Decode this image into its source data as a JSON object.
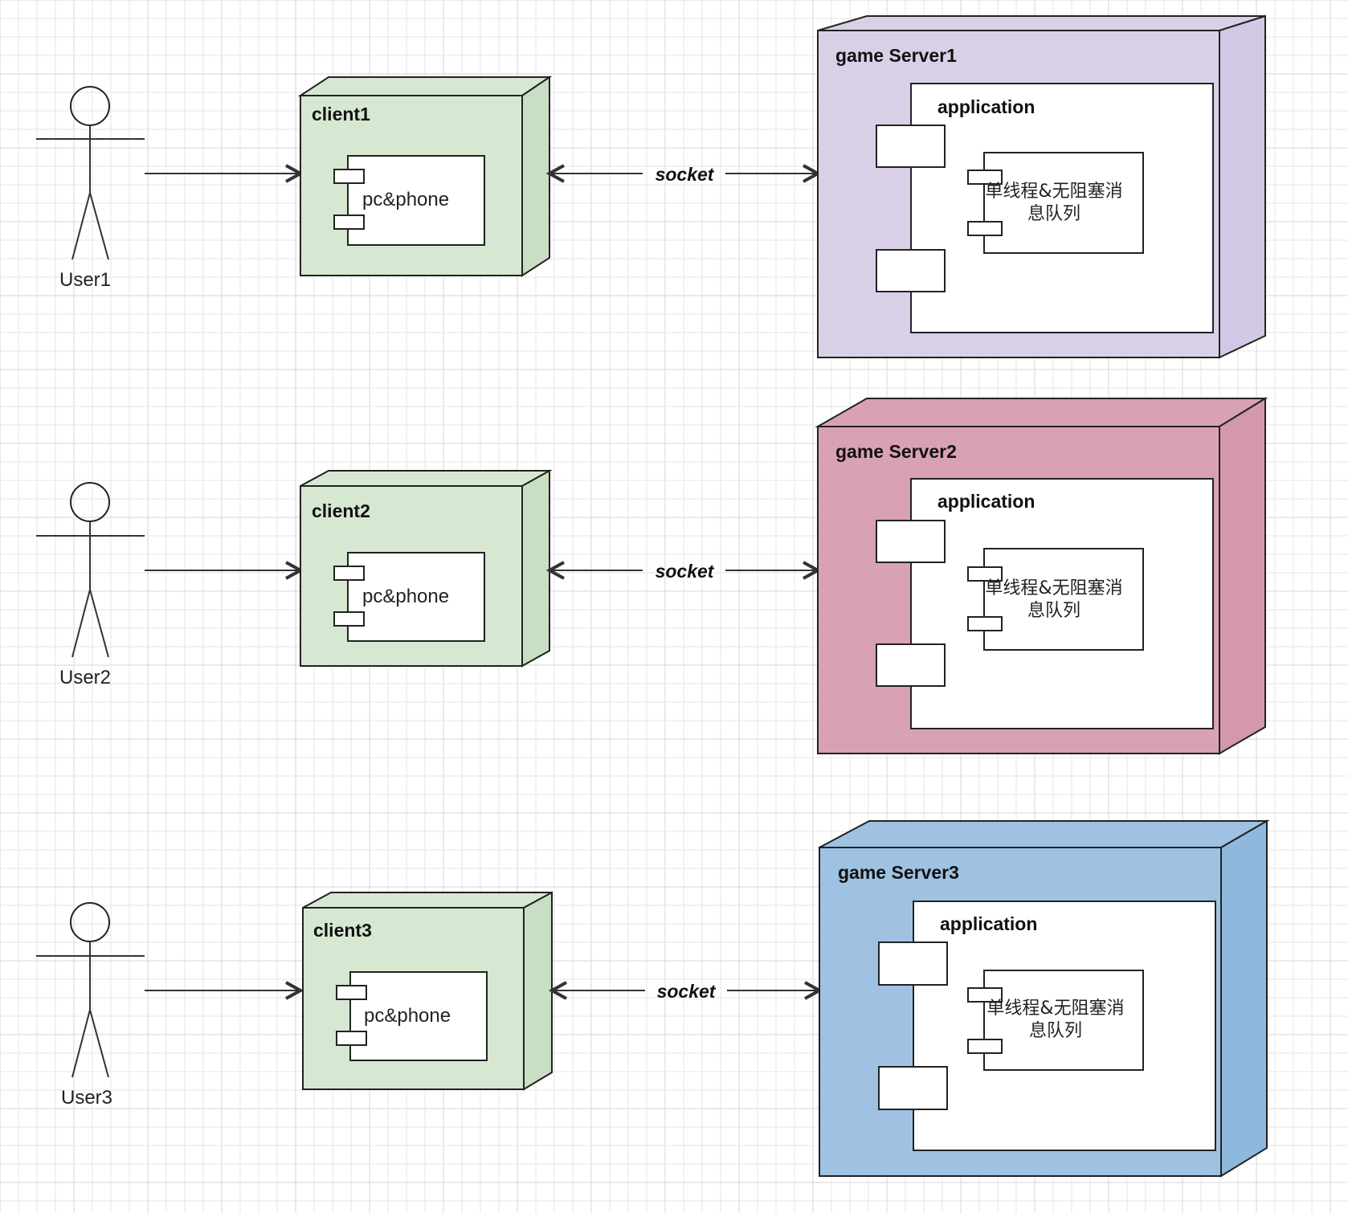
{
  "diagram": {
    "users": [
      {
        "label": "User1"
      },
      {
        "label": "User2"
      },
      {
        "label": "User3"
      }
    ],
    "clients": [
      {
        "title": "client1",
        "component": "pc&phone"
      },
      {
        "title": "client2",
        "component": "pc&phone"
      },
      {
        "title": "client3",
        "component": "pc&phone"
      }
    ],
    "connections": [
      {
        "label": "socket"
      },
      {
        "label": "socket"
      },
      {
        "label": "socket"
      }
    ],
    "servers": [
      {
        "title": "game Server1",
        "application": "application",
        "component_line1": "单线程&无阻塞消",
        "component_line2": "息队列",
        "color": "#d9d0e8"
      },
      {
        "title": "game Server2",
        "application": "application",
        "component_line1": "单线程&无阻塞消",
        "component_line2": "息队列",
        "color": "#d9a1b6"
      },
      {
        "title": "game Server3",
        "application": "application",
        "component_line1": "单线程&无阻塞消",
        "component_line2": "息队列",
        "color": "#9fc2e3"
      }
    ],
    "colors": {
      "client_fill": "#d6e8d1",
      "client_side": "#c9dfc4",
      "server1_fill": "#d9d0e8",
      "server1_side": "#d2c8e4",
      "server2_fill": "#d9a1b6",
      "server2_side": "#d397ae",
      "server3_fill": "#9fc2e3",
      "server3_side": "#8fb8df"
    }
  }
}
